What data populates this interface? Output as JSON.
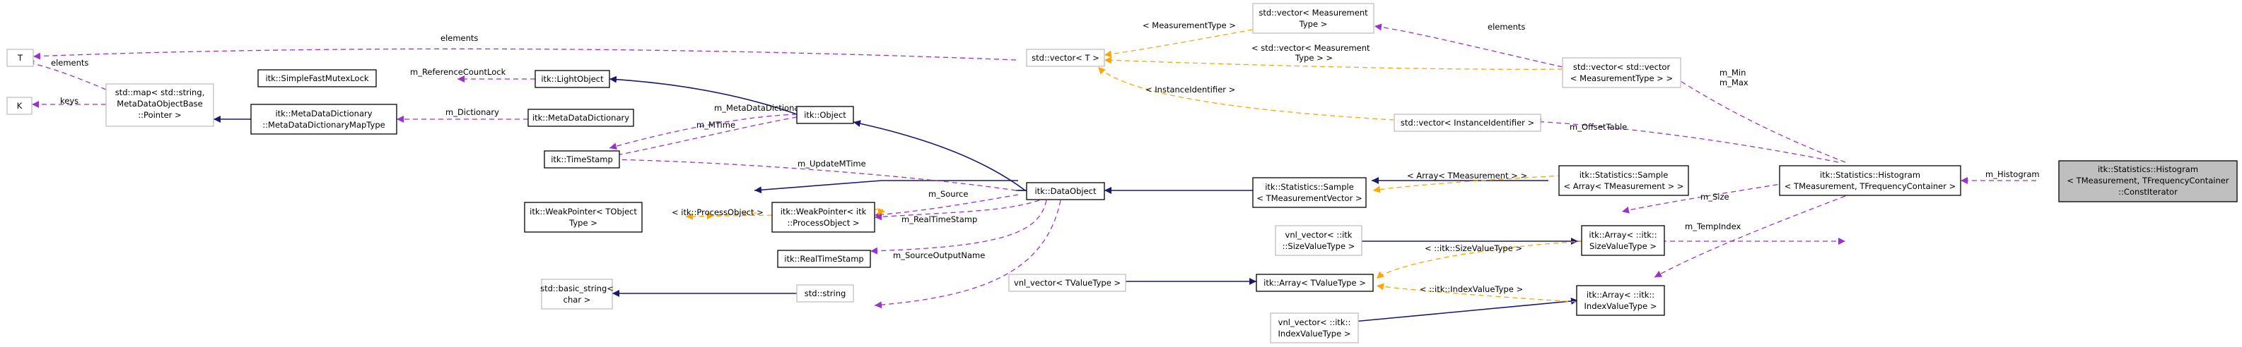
{
  "nodes": {
    "T": [
      "T"
    ],
    "K": [
      "K"
    ],
    "map": [
      "std::map< std::string,",
      "MetaDataObjectBase",
      "::Pointer >"
    ],
    "mutexlock": [
      "itk::SimpleFastMutexLock"
    ],
    "metadict_map": [
      "itk::MetaDataDictionary",
      "::MetaDataDictionaryMapType"
    ],
    "timestamp": [
      "itk::TimeStamp"
    ],
    "weakptr_t": [
      "itk::WeakPointer< TObject",
      "Type >"
    ],
    "basic_string": [
      "std::basic_string<",
      "char >"
    ],
    "lightobject": [
      "itk::LightObject"
    ],
    "metadict": [
      "itk::MetaDataDictionary"
    ],
    "object": [
      "itk::Object"
    ],
    "weakptr_po": [
      "itk::WeakPointer< itk",
      "::ProcessObject >"
    ],
    "realtimestamp": [
      "itk::RealTimeStamp"
    ],
    "stdstring": [
      "std::string"
    ],
    "vector_t": [
      "std::vector< T >"
    ],
    "dataobject": [
      "itk::DataObject"
    ],
    "vector_mt": [
      "std::vector< Measurement",
      "Type >"
    ],
    "vector_id": [
      "std::vector< InstanceIdentifier >"
    ],
    "vector_vec": [
      "std::vector< std::vector",
      "< MeasurementType > >"
    ],
    "sample_mv": [
      "itk::Statistics::Sample",
      "< TMeasurementVector >"
    ],
    "sample_arr": [
      "itk::Statistics::Sample",
      "< Array< TMeasurement > >"
    ],
    "vnl_size": [
      "vnl_vector< ::itk",
      "::SizeValueType >"
    ],
    "vnl_t": [
      "vnl_vector< TValueType >"
    ],
    "array_t": [
      "itk::Array< TValueType >"
    ],
    "array_size": [
      "itk::Array< ::itk::",
      "SizeValueType >"
    ],
    "vnl_index": [
      "vnl_vector< ::itk::",
      "IndexValueType >"
    ],
    "array_index": [
      "itk::Array< ::itk::",
      "IndexValueType >"
    ],
    "histogram": [
      "itk::Statistics::Histogram",
      "< TMeasurement, TFrequencyContainer >"
    ],
    "const_iter": [
      "itk::Statistics::Histogram",
      "< TMeasurement, TFrequencyContainer",
      "::ConstIterator"
    ]
  },
  "edge_labels": {
    "elements_map": "elements",
    "keys": "keys",
    "elements_top": "elements",
    "ref_count_lock": "m_ReferenceCountLock",
    "dictionary_map": "m_Dictionary",
    "metadata_dictionary": "m_MetaDataDictionary",
    "mtime": "m_MTime",
    "update_mtime": "m_UpdateMTime",
    "source": "m_Source",
    "process_object": "< itk::ProcessObject >",
    "real_timestamp": "m_RealTimeStamp",
    "source_output_name": "m_SourceOutputName",
    "measurement_type": "< MeasurementType >",
    "elements_vec": "elements",
    "vec_measurement_type": [
      "< std::vector< Measurement",
      "Type > >"
    ],
    "instance_identifier": "< InstanceIdentifier >",
    "array_tmeasurement": "< Array< TMeasurement > >",
    "min": "m_Min",
    "max": "m_Max",
    "offset_table": "m_OffsetTable",
    "size": "m_Size",
    "size_value_type": "< ::itk::SizeValueType >",
    "temp_index": "m_TempIndex",
    "index_value_type": "< ::itk::IndexValueType >",
    "histogram": "m_Histogram"
  }
}
